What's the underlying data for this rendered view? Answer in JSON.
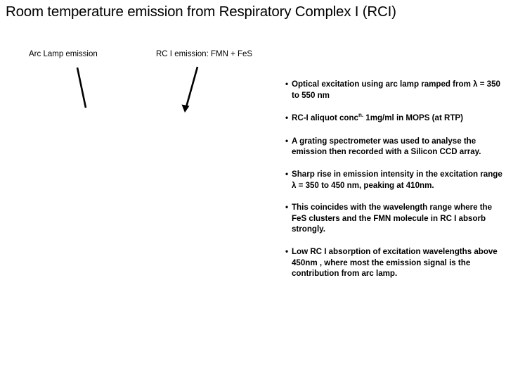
{
  "slide": {
    "title": "Room temperature emission from Respiratory Complex I (RCI)",
    "background_color": "#ffffff",
    "text_color": "#000000"
  },
  "callouts": [
    {
      "name": "arc-lamp-emission",
      "label": "Arc Lamp emission",
      "pointer": "line-down-right"
    },
    {
      "name": "rci-emission",
      "label": "RC I emission: FMN + FeS",
      "pointer": "arrow-down-left"
    }
  ],
  "bullets": [
    {
      "marker": "•",
      "text": "Optical excitation using arc lamp ramped  from λ = 350 to 550 nm"
    },
    {
      "marker": "•",
      "text_pre": "RC-I aliquot conc",
      "text_sup": "n.",
      "text_post": " 1mg/ml in MOPS (at RTP)"
    },
    {
      "marker": "•",
      "text": "A grating spectrometer was used to analyse the emission then recorded with a Silicon CCD array."
    },
    {
      "marker": "•",
      "text": "Sharp rise in emission intensity in the excitation range λ = 350 to 450 nm, peaking at 410nm."
    },
    {
      "marker": "•",
      "text": "This coincides with the wavelength range where the FeS clusters and the FMN molecule in RC I absorb strongly."
    },
    {
      "marker": "•",
      "text": "Low RC I absorption of excitation wavelengths above 450nm , where most the emission signal is the contribution from arc lamp."
    }
  ]
}
